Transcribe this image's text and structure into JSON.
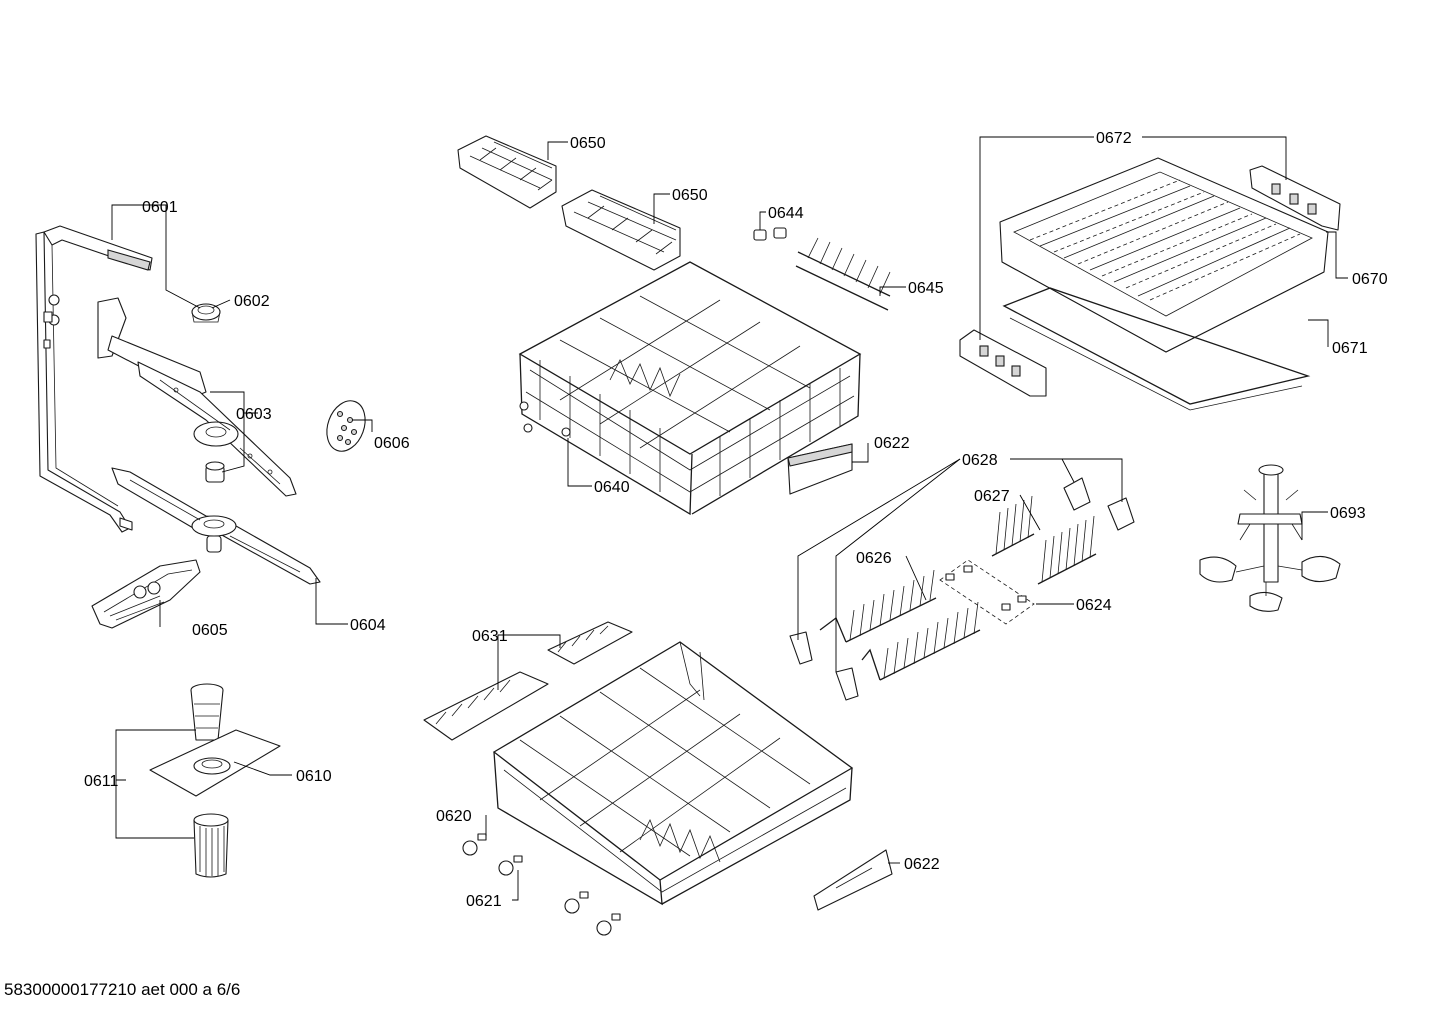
{
  "diagram": {
    "labels": [
      {
        "id": "0601",
        "text": "0601"
      },
      {
        "id": "0602",
        "text": "0602"
      },
      {
        "id": "0603",
        "text": "0603"
      },
      {
        "id": "0604",
        "text": "0604"
      },
      {
        "id": "0605",
        "text": "0605"
      },
      {
        "id": "0606",
        "text": "0606"
      },
      {
        "id": "0610",
        "text": "0610"
      },
      {
        "id": "0611",
        "text": "0611"
      },
      {
        "id": "0620",
        "text": "0620"
      },
      {
        "id": "0621",
        "text": "0621"
      },
      {
        "id": "0622a",
        "text": "0622"
      },
      {
        "id": "0622b",
        "text": "0622"
      },
      {
        "id": "0624",
        "text": "0624"
      },
      {
        "id": "0626",
        "text": "0626"
      },
      {
        "id": "0627",
        "text": "0627"
      },
      {
        "id": "0628",
        "text": "0628"
      },
      {
        "id": "0631",
        "text": "0631"
      },
      {
        "id": "0640",
        "text": "0640"
      },
      {
        "id": "0644",
        "text": "0644"
      },
      {
        "id": "0645",
        "text": "0645"
      },
      {
        "id": "0650a",
        "text": "0650"
      },
      {
        "id": "0650b",
        "text": "0650"
      },
      {
        "id": "0670",
        "text": "0670"
      },
      {
        "id": "0671",
        "text": "0671"
      },
      {
        "id": "0672",
        "text": "0672"
      },
      {
        "id": "0693",
        "text": "0693"
      }
    ]
  },
  "footer": {
    "document_number": "58300000177210 aet 000 a 6/6"
  }
}
